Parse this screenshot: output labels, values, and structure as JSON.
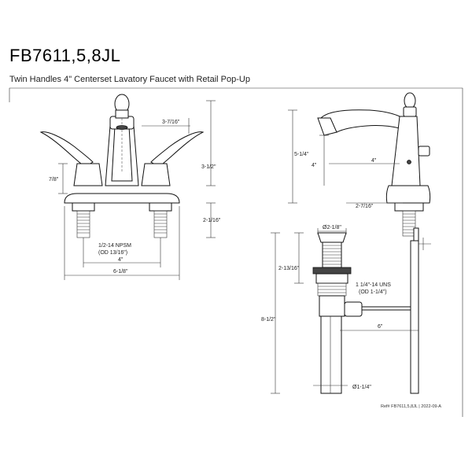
{
  "header": {
    "model": "FB7611,5,8JL",
    "description": "Twin Handles 4\" Centerset Lavatory Faucet with Retail Pop-Up"
  },
  "dimensions": {
    "spout_reach_top": "3-7/16\"",
    "height_3_1_2": "3-1/2\"",
    "handle_7_8": "7/8\"",
    "shank_2_1_16": "2-1/16\"",
    "npsm": "1/2-14 NPSM",
    "od_13_16": "(OD 13/16\")",
    "center_4_front": "4\"",
    "overall_6_1_8": "6-1/8\"",
    "side_height_5_1_4": "5-1/4\"",
    "side_4_vertical": "4\"",
    "side_reach_4": "4\"",
    "side_2_7_16": "2-7/16\"",
    "drain_top_dia": "Ø2-1/8\"",
    "drain_2_13_16": "2-13/16\"",
    "uns": "1 1/4\"-14 UNS",
    "od_1_1_4": "(OD 1-1/4\")",
    "drain_8_1_2": "8-1/2\"",
    "rod_6": "6\"",
    "tail_dia": "Ø1-1/4\""
  },
  "footer": {
    "reference": "Ref# FB7611,5,8JL | 2022-09-A"
  }
}
